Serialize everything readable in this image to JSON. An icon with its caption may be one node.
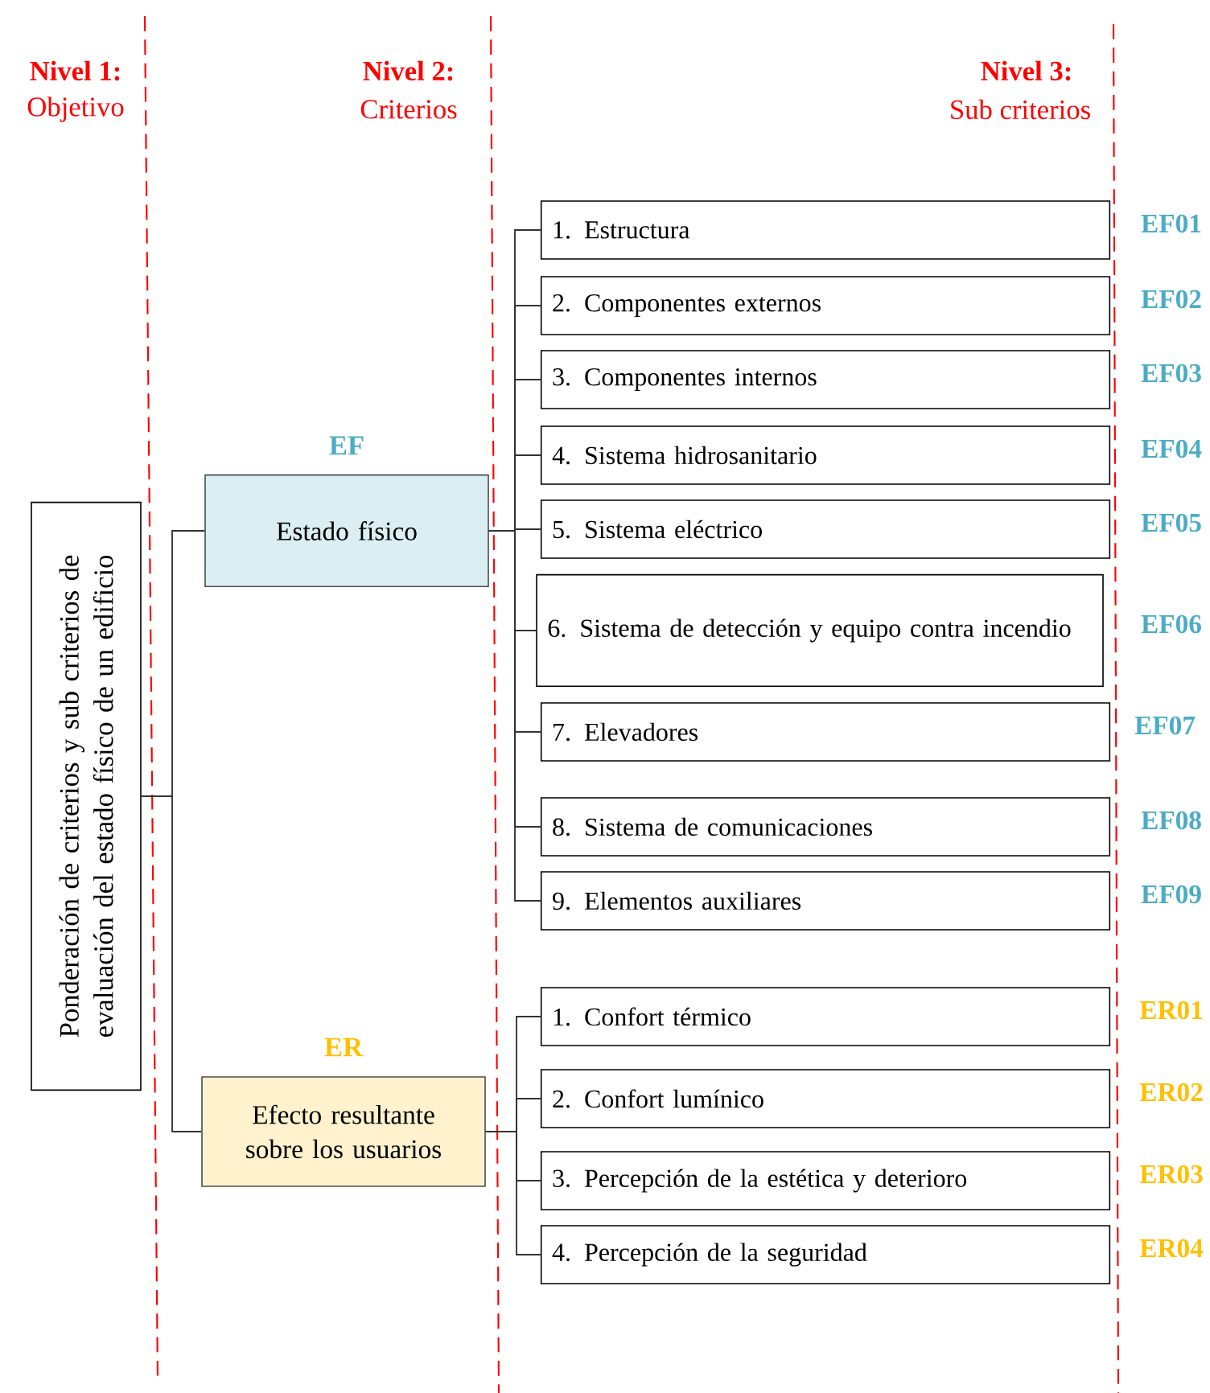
{
  "diagram": {
    "nodes": [
      {
        "text": [
          "Ponderación de criterios y sub criterios de evaluación del estado físico de un edificio"
        ]
      },
      {
        "text": [
          "EF",
          "Estado físico"
        ]
      },
      {
        "text": [
          "1. Estructura"
        ],
        "beside": [
          "EF01"
        ]
      },
      {
        "text": [
          "2. Componentes externos"
        ],
        "beside": [
          "EF02"
        ]
      },
      {
        "text": [
          "3. Componentes internos"
        ],
        "beside": [
          "EF03"
        ]
      },
      {
        "text": [
          "4. Sistema hidrosanitario"
        ],
        "beside": [
          "EF04"
        ]
      },
      {
        "text": [
          "5. Sistema eléctrico"
        ],
        "beside": [
          "EF05"
        ]
      },
      {
        "text": [
          "6. Sistema de detección y equipo contra incendio"
        ],
        "beside": [
          "EF06"
        ]
      },
      {
        "text": [
          "7. Elevadores"
        ],
        "beside": [
          "EF07"
        ]
      },
      {
        "text": [
          "8. Sistema de comunicaciones"
        ],
        "beside": [
          "EF08"
        ]
      },
      {
        "text": [
          "9. Elementos auxiliares"
        ],
        "beside": [
          "EF09"
        ]
      },
      {
        "text": [
          "ER",
          "Efecto resultante sobre los usuarios"
        ]
      },
      {
        "text": [
          "1. Confort térmico"
        ],
        "beside": [
          "ER01"
        ]
      },
      {
        "text": [
          "2. Confort lumínico"
        ],
        "beside": [
          "ER02"
        ]
      },
      {
        "text": [
          "3. Percepción de la estética y deterioro"
        ],
        "beside": [
          "ER03"
        ]
      },
      {
        "text": [
          "4. Percepción de la seguridad"
        ],
        "beside": [
          "ER04"
        ]
      }
    ],
    "edges": [
      {
        "from": 0,
        "to": 1,
        "arrow": "none"
      },
      {
        "from": 0,
        "to": 11,
        "arrow": "none"
      },
      {
        "from": 1,
        "to": 2,
        "arrow": "none"
      },
      {
        "from": 1,
        "to": 3,
        "arrow": "none"
      },
      {
        "from": 1,
        "to": 4,
        "arrow": "none"
      },
      {
        "from": 1,
        "to": 5,
        "arrow": "none"
      },
      {
        "from": 1,
        "to": 6,
        "arrow": "none"
      },
      {
        "from": 1,
        "to": 7,
        "arrow": "none"
      },
      {
        "from": 1,
        "to": 8,
        "arrow": "none"
      },
      {
        "from": 1,
        "to": 9,
        "arrow": "none"
      },
      {
        "from": 1,
        "to": 10,
        "arrow": "none"
      },
      {
        "from": 11,
        "to": 12,
        "arrow": "none"
      },
      {
        "from": 11,
        "to": 13,
        "arrow": "none"
      },
      {
        "from": 11,
        "to": 14,
        "arrow": "none"
      },
      {
        "from": 11,
        "to": 15,
        "arrow": "none"
      }
    ],
    "labels": [
      "Nivel 1:",
      "Objetivo",
      "Nivel 2:",
      "Criterios",
      "Nivel 3:",
      "Sub criterios"
    ]
  }
}
